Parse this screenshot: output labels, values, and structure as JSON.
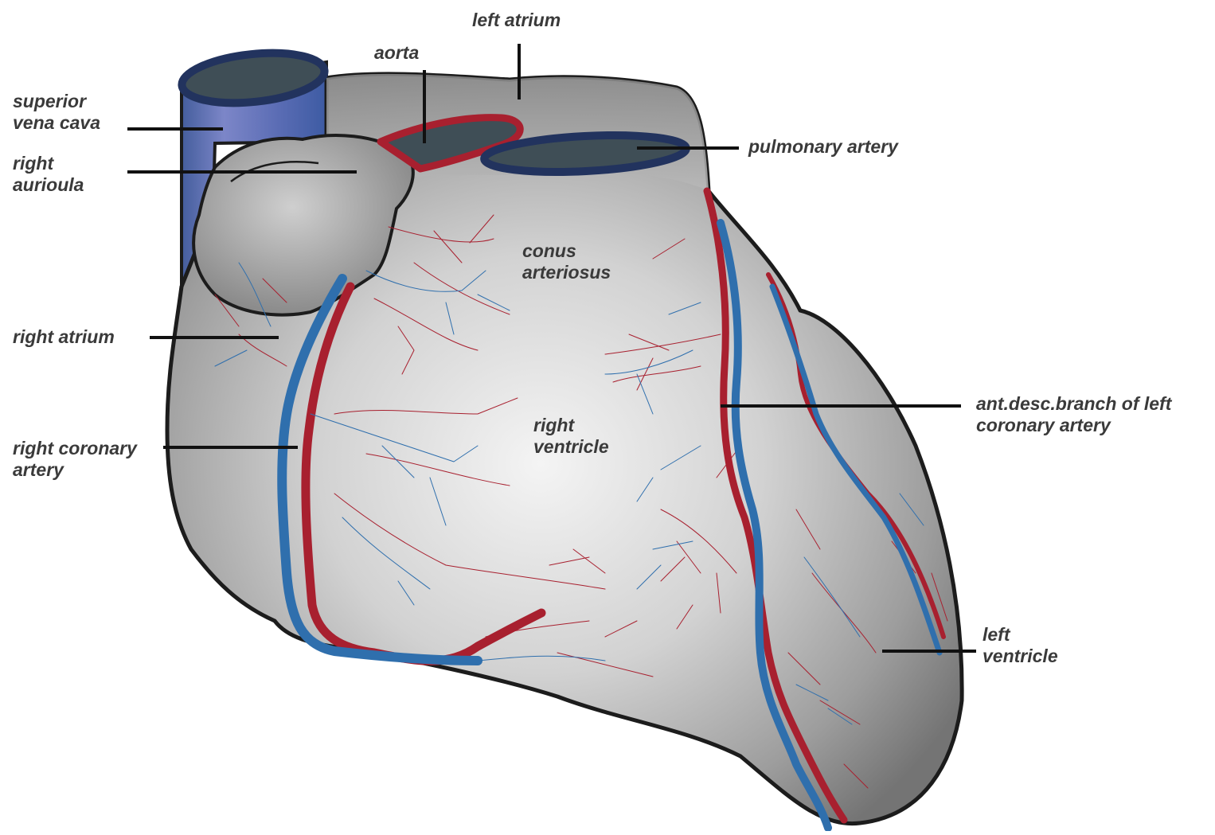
{
  "colors": {
    "artery": "#a8202f",
    "vein": "#2f6fad",
    "vessel_outline": "#22335e",
    "vessel_lumen": "#3f4e56",
    "heart_outline": "#1c1c1c",
    "heart_fill": "#a7a7a7",
    "label_text": "#3a3a3a",
    "leader_line": "#111111"
  },
  "labels": {
    "left_atrium": "left atrium",
    "aorta": "aorta",
    "superior_vena_cava": [
      "superior",
      "vena cava"
    ],
    "right_auricula": [
      "right",
      "aurioula"
    ],
    "pulmonary_artery": "pulmonary artery",
    "conus_arteriosus": [
      "conus",
      "arteriosus"
    ],
    "right_atrium": "right atrium",
    "ant_desc_branch": [
      "ant.desc.branch of left",
      "coronary artery"
    ],
    "right_ventricle": [
      "right",
      "ventricle"
    ],
    "right_coronary_artery": [
      "right coronary",
      "artery"
    ],
    "left_ventricle": [
      "left",
      "ventricle"
    ]
  }
}
